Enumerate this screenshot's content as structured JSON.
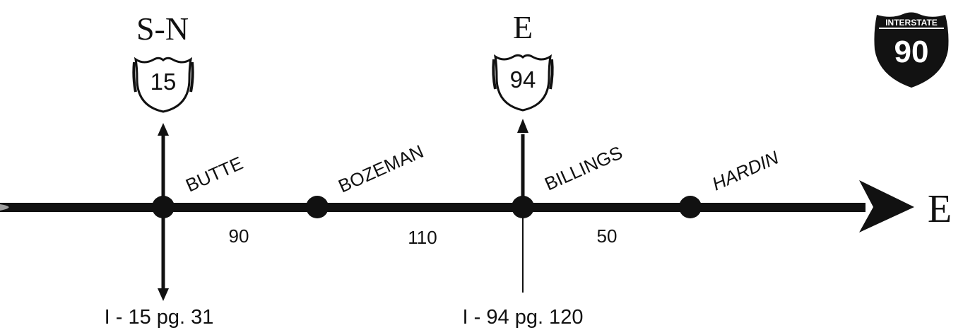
{
  "routes": {
    "i15": {
      "direction": "S-N",
      "shield_number": "15",
      "reference": "I - 15 pg. 31"
    },
    "i94": {
      "direction": "E",
      "shield_number": "94",
      "reference": "I - 94 pg. 120"
    }
  },
  "main_route": {
    "shield_banner": "INTERSTATE",
    "shield_number": "90",
    "direction": "E"
  },
  "cities": [
    {
      "name": "BUTTE"
    },
    {
      "name": "BOZEMAN"
    },
    {
      "name": "BILLINGS"
    },
    {
      "name": "HARDIN"
    }
  ],
  "distances": [
    "90",
    "110",
    "50"
  ],
  "colors": {
    "ink": "#111111",
    "shield_fill": "#ffffff",
    "interstate_shield_fill": "#121212",
    "interstate_shield_text": "#ffffff"
  }
}
